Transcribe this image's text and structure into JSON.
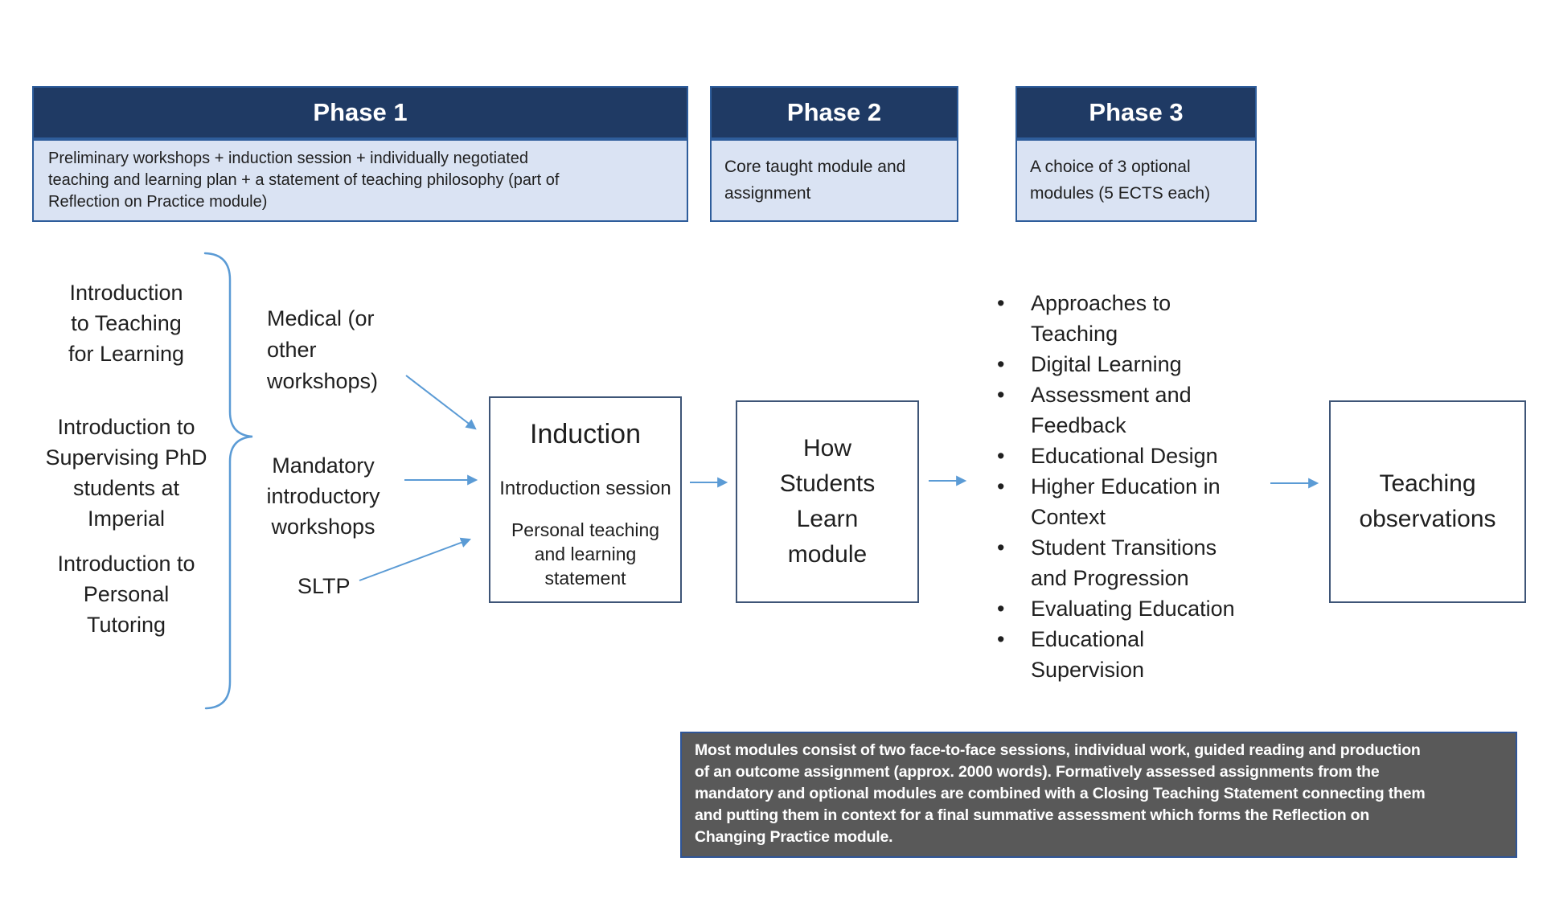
{
  "colors": {
    "header_navy": "#1f3a64",
    "header_accent_blue": "#2e5d9b",
    "phase_body_light_blue": "#dae3f3",
    "box_border_slate": "#3e5577",
    "arrow_light_blue": "#5b9bd5",
    "note_background_gray": "#595959",
    "note_border_blue": "#2f5597",
    "text_dark": "#1f1f1f",
    "text_white": "#ffffff"
  },
  "phases": [
    {
      "title": "Phase 1",
      "description": "Preliminary workshops + induction session + individually negotiated\nteaching and learning plan + a statement of teaching philosophy (part of\nReflection on Practice module)"
    },
    {
      "title": "Phase 2",
      "description": "Core taught module and\nassignment"
    },
    {
      "title": "Phase 3",
      "description": "A choice of 3 optional\nmodules (5 ECTS each)"
    }
  ],
  "preliminary_workshops": {
    "items": [
      "Introduction\nto Teaching\nfor Learning",
      "Introduction to\nSupervising PhD\nstudents at\nImperial",
      "Introduction to\nPersonal\nTutoring"
    ]
  },
  "workshop_labels": [
    "Medical (or\nother\nworkshops)",
    "Mandatory\nintroductory\nworkshops",
    "SLTP"
  ],
  "induction_box": {
    "title": "Induction",
    "session": "Introduction session",
    "statement": "Personal teaching\nand learning\nstatement"
  },
  "core_module_box": {
    "label": "How\nStudents\nLearn\nmodule"
  },
  "optional_modules": [
    "Approaches to\nTeaching",
    "Digital Learning",
    "Assessment and\nFeedback",
    "Educational Design",
    "Higher Education in\nContext",
    "Student Transitions\nand Progression",
    "Evaluating Education",
    "Educational\nSupervision"
  ],
  "observations_box": {
    "label": "Teaching\nobservations"
  },
  "note": "Most modules consist of two face-to-face sessions, individual work, guided reading and production\nof an outcome assignment (approx. 2000 words). Formatively assessed assignments from the\nmandatory and optional modules are combined with a Closing Teaching Statement connecting them\nand putting them in context for a final summative assessment which forms the Reflection on\nChanging Practice module."
}
